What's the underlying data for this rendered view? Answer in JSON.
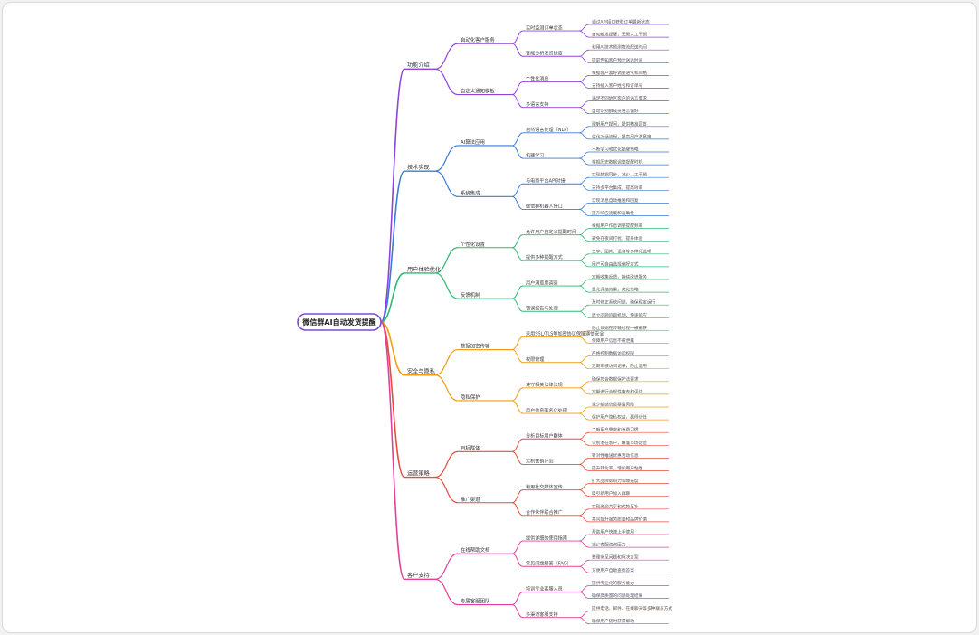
{
  "root": "微信群AI自动发货提醒",
  "branches": [
    {
      "label": "功能介绍",
      "color": "#8e44d9",
      "children": [
        {
          "label": "自动化客户服务",
          "children": [
            {
              "label": "实时监测订单状态",
              "children": [
                "通过API接口获取订单最新状态",
                "自动触发提醒，无需人工干预"
              ]
            },
            {
              "label": "智能分析发货进度",
              "children": [
                "利用AI技术预测物流配送时间",
                "提前告知客户预计送达时间"
              ]
            }
          ]
        },
        {
          "label": "自定义通知模板",
          "children": [
            {
              "label": "个性化消息",
              "children": [
                "根据客户喜好调整语气和风格",
                "支持插入客户姓名和订单号"
              ]
            },
            {
              "label": "多语言支持",
              "children": [
                "满足不同地区客户的语言需求",
                "自动识别群成员语言偏好"
              ]
            }
          ]
        }
      ]
    },
    {
      "label": "技术实现",
      "color": "#3a7bd5",
      "children": [
        {
          "label": "AI算法应用",
          "children": [
            {
              "label": "自然语言处理（NLP）",
              "children": [
                "理解用户提问，提供精准回答",
                "优化对话流程，提高用户满意度"
              ]
            },
            {
              "label": "机器学习",
              "children": [
                "不断学习和优化提醒策略",
                "根据历史数据调整提醒时机"
              ]
            }
          ]
        },
        {
          "label": "系统集成",
          "children": [
            {
              "label": "与电商平台API对接",
              "children": [
                "实现数据同步，减少人工干预",
                "支持多平台集成，提高效率"
              ]
            },
            {
              "label": "微信群机器人接口",
              "children": [
                "实现消息自动推送和回复",
                "提升响应速度和准确性"
              ]
            }
          ]
        }
      ]
    },
    {
      "label": "用户体验优化",
      "color": "#2eb872",
      "children": [
        {
          "label": "个性化设置",
          "children": [
            {
              "label": "允许用户自定义提醒时间",
              "children": [
                "根据用户作息调整提醒频率",
                "避免在夜间打扰，提升体验"
              ]
            },
            {
              "label": "提供多种提醒方式",
              "children": [
                "文字、图片、语音等多样化选项",
                "用户可自由选择偏好方式"
              ]
            }
          ]
        },
        {
          "label": "反馈机制",
          "children": [
            {
              "label": "用户满意度调查",
              "children": [
                "定期收集反馈，持续改进服务",
                "量化评估效果，优化策略"
              ]
            },
            {
              "label": "错误报告与处理",
              "children": [
                "及时修正系统问题，确保稳定运行",
                "建立问题追踪机制，快速响应"
              ]
            }
          ]
        }
      ]
    },
    {
      "label": "安全与隐私",
      "color": "#f39c12",
      "children": [
        {
          "label": "数据加密传输",
          "children": [
            {
              "label": "采用SSL/TLS等加密协议保障通信安全",
              "children": [
                "防止数据在传输过程中被截获",
                "保障用户信息不被泄露"
              ]
            },
            {
              "label": "权限管理",
              "children": [
                "严格控制数据访问权限",
                "定期审核访问记录，防止滥用"
              ]
            }
          ]
        },
        {
          "label": "隐私保护",
          "children": [
            {
              "label": "遵守相关法律法规",
              "children": [
                "确保符合数据保护法要求",
                "定期进行合规性审查和评估"
              ]
            },
            {
              "label": "用户信息匿名化处理",
              "children": [
                "减少敏感信息暴露风险",
                "保护用户隐私权益，赢得信任"
              ]
            }
          ]
        }
      ]
    },
    {
      "label": "运营策略",
      "color": "#e74c3c",
      "children": [
        {
          "label": "目标群体",
          "children": [
            {
              "label": "分析目标用户群体",
              "children": [
                "了解用户需求和消费习惯",
                "识别潜在客户，精准市场定位"
              ]
            },
            {
              "label": "定制营销计划",
              "children": [
                "针对性推送优惠活动信息",
                "提升转化率，增加用户粘性"
              ]
            }
          ]
        },
        {
          "label": "推广渠道",
          "children": [
            {
              "label": "利用社交媒体宣传",
              "children": [
                "扩大品牌影响力和曝光度",
                "吸引新用户加入群聊"
              ]
            },
            {
              "label": "合作伙伴联合推广",
              "children": [
                "实现资源共享和优势互补",
                "共同提升服务质量和品牌价值"
              ]
            }
          ]
        }
      ]
    },
    {
      "label": "客户支持",
      "color": "#e0409a",
      "children": [
        {
          "label": "在线帮助文档",
          "children": [
            {
              "label": "提供详细的使用指南",
              "children": [
                "帮助用户快速上手使用",
                "减少客服咨询压力"
              ]
            },
            {
              "label": "常见问题解答（FAQ）",
              "children": [
                "整理常见问题和解决方案",
                "方便用户自助查找答案"
              ]
            }
          ]
        },
        {
          "label": "专属客服团队",
          "children": [
            {
              "label": "培训专业客服人员",
              "children": [
                "提供专业化的服务能力",
                "确保高质量的问题处理结果"
              ]
            },
            {
              "label": "多渠道客服支持",
              "children": [
                "提供电话、邮件、在线聊天等多种联系方式",
                "确保用户随时获得帮助"
              ]
            }
          ]
        }
      ]
    }
  ]
}
